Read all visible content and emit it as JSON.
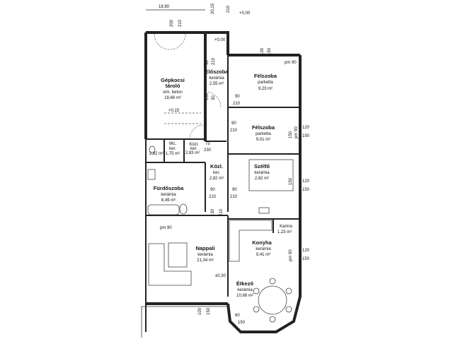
{
  "rooms": {
    "garage": {
      "name": "Gépkocsi tároló",
      "sub1": "sim. beton",
      "area": "18,66 m²"
    },
    "eloszoba": {
      "name": "Előszoba",
      "floor": "kerámia",
      "area": "2,55 m²"
    },
    "felszoba1": {
      "name": "Félszoba",
      "floor": "parketta",
      "area": "9,23 m²"
    },
    "felszoba2": {
      "name": "Félszoba",
      "floor": "parketta",
      "area": "9,01 m²"
    },
    "wc": {
      "name": "Wc.",
      "floor": "ker.",
      "area": "1,75 m²"
    },
    "kozl_small": {
      "name": "Közl.",
      "floor": "ker.",
      "area": "2,83 m²"
    },
    "kozl": {
      "name": "Közl.",
      "floor": "ker.",
      "area": "2,82 m²"
    },
    "szelfo": {
      "name": "Szélfő",
      "floor": "kerámia",
      "area": "2,82 m²"
    },
    "furdo": {
      "name": "Fürdőszoba",
      "floor": "kerámia",
      "area": "8,49 m²"
    },
    "kamra": {
      "name": "Kamra",
      "area": "1,23 m²"
    },
    "konyha": {
      "name": "Konyha",
      "floor": "kerámia",
      "area": "9,41 m²"
    },
    "nappali": {
      "name": "Nappali",
      "floor": "kerámia",
      "area": "21,34 m²"
    },
    "etkezo": {
      "name": "Étkező",
      "floor": "kerámia",
      "area": "10,88 m²"
    },
    "misc_left_area": "2,82 m²"
  },
  "levels": {
    "top": "+0,00",
    "entry": "+0,00",
    "garage": "+0,15",
    "living": "±0,30"
  },
  "dims": {
    "top_width": "18,90",
    "d200": "200",
    "d210": "210",
    "d20_15": "20,15",
    "pm90": "pm 90",
    "d100": "100",
    "d150": "150",
    "d90": "90",
    "d120": "120",
    "d75": "75",
    "d230": "230",
    "d130": "130",
    "d60": "60",
    "d30": "30"
  },
  "colors": {
    "wall": "#222222",
    "background": "#ffffff"
  }
}
